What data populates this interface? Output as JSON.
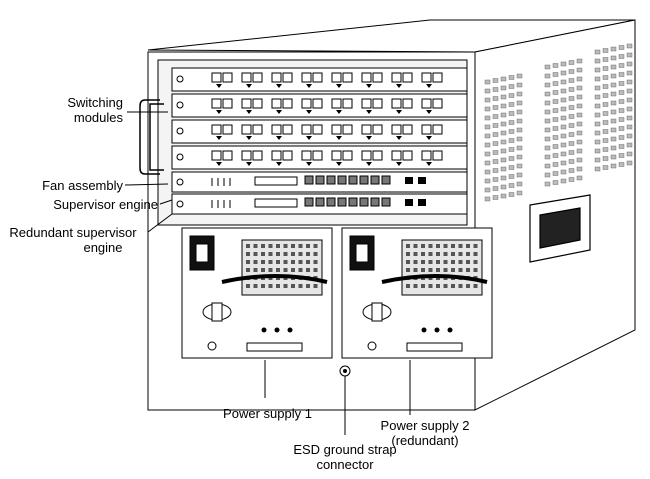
{
  "callouts": {
    "switching_modules": [
      "Switching",
      "modules"
    ],
    "fan_assembly": "Fan assembly",
    "supervisor_engine": "Supervisor engine",
    "redundant_supervisor": [
      "Redundant supervisor",
      "engine"
    ],
    "power_supply_1": "Power supply 1",
    "power_supply_2": [
      "Power supply 2",
      "(redundant)"
    ],
    "esd_connector": [
      "ESD ground strap",
      "connector"
    ]
  },
  "chassis": {
    "switching_module_count": 4,
    "port_pairs_per_module": 8,
    "supervisor_count": 2,
    "power_supply_count": 2,
    "line_color": "#000000",
    "fill_color": "#ffffff",
    "shade_color": "#e6e6e6"
  }
}
